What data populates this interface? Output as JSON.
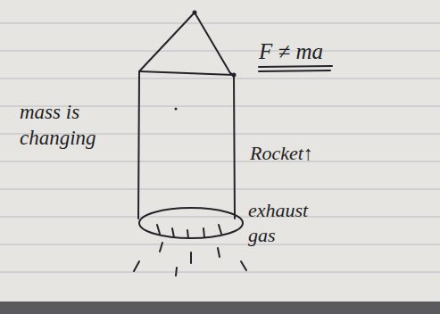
{
  "diagram": {
    "labels": [
      "F ≠ ma",
      "mass is changing",
      "Rocket↑",
      "exhaust gas"
    ]
  }
}
